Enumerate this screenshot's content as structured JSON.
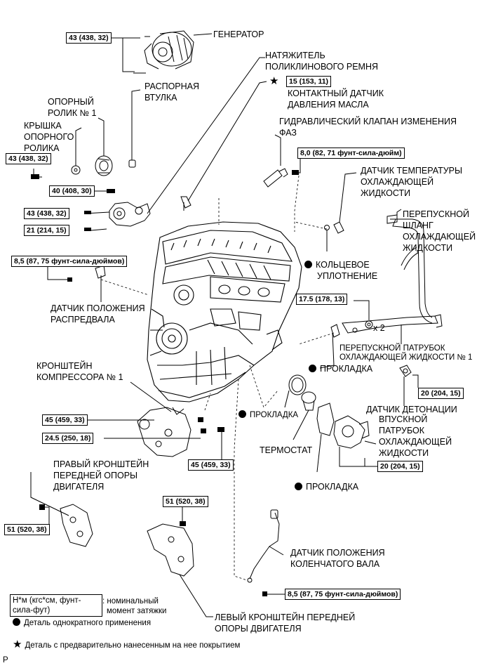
{
  "labels": {
    "generator": "ГЕНЕРАТОР",
    "belt_tensioner_1": "НАТЯЖИТЕЛЬ",
    "belt_tensioner_2": "ПОЛИКЛИНОВОГО РЕМНЯ",
    "oil_pressure_1": "КОНТАКТНЫЙ ДАТЧИК",
    "oil_pressure_2": "ДАВЛЕНИЯ МАСЛА",
    "spacer_1": "РАСПОРНАЯ",
    "spacer_2": "ВТУЛКА",
    "idler_1": "ОПОРНЫЙ",
    "idler_2": "РОЛИК № 1",
    "idler_cover_1": "КРЫШКА",
    "idler_cover_2": "ОПОРНОГО",
    "idler_cover_3": "РОЛИКА",
    "ocv_1": "ГИДРАВЛИЧЕСКИЙ КЛАПАН ИЗМЕНЕНИЯ",
    "ocv_2": "ФАЗ",
    "coolant_temp_1": "ДАТЧИК ТЕМПЕРАТУРЫ",
    "coolant_temp_2": "ОХЛАЖДАЮЩЕЙ",
    "coolant_temp_3": "ЖИДКОСТИ",
    "bypass_hose_1": "ПЕРЕПУСКНОЙ",
    "bypass_hose_2": "ШЛАНГ",
    "bypass_hose_3": "ОХЛАЖДАЮЩЕЙ",
    "bypass_hose_4": "ЖИДКОСТИ",
    "oring_1": "КОЛЬЦЕВОЕ",
    "oring_2": "УПЛОТНЕНИЕ",
    "cam_sensor_1": "ДАТЧИК ПОЛОЖЕНИЯ",
    "cam_sensor_2": "РАСПРЕДВАЛА",
    "bypass_pipe_1": "ПЕРЕПУСКНОЙ ПАТРУБОК",
    "bypass_pipe_2": "ОХЛАЖДАЮЩЕЙ ЖИДКОСТИ № 1",
    "x2": "x 2",
    "gasket_a": "ПРОКЛАДКА",
    "gasket_b": "ПРОКЛАДКА",
    "gasket_c": "ПРОКЛАДКА",
    "compressor_bracket_1": "КРОНШТЕЙН",
    "compressor_bracket_2": "КОМПРЕССОРА № 1",
    "knock_sensor": "ДАТЧИК ДЕТОНАЦИИ",
    "inlet_1": "ВПУСКНОЙ",
    "inlet_2": "ПАТРУБОК",
    "inlet_3": "ОХЛАЖДАЮЩЕЙ",
    "inlet_4": "ЖИДКОСТИ",
    "thermostat": "ТЕРМОСТАТ",
    "right_mount_1": "ПРАВЫЙ КРОНШТЕЙН",
    "right_mount_2": "ПЕРЕДНЕЙ ОПОРЫ",
    "right_mount_3": "ДВИГАТЕЛЯ",
    "crank_sensor_1": "ДАТЧИК ПОЛОЖЕНИЯ",
    "crank_sensor_2": "КОЛЕНЧАТОГО ВАЛА",
    "left_mount_1": "ЛЕВЫЙ КРОНШТЕЙН ПЕРЕДНЕЙ",
    "left_mount_2": "ОПОРЫ ДВИГАТЕЛЯ",
    "corner_letter": "P"
  },
  "torques": {
    "t_gen": "43 (438, 32)",
    "t_oilsw": "15 (153, 11)",
    "t_idler": "43 (438, 32)",
    "t_ocv": "8,0 (82, 71 фунт-сила-дюйм)",
    "t_tens1": "40 (408, 30)",
    "t_tens2": "43 (438, 32)",
    "t_tens3": "21 (214, 15)",
    "t_cam": "8,5 (87, 75 фунт-сила-дюймов)",
    "t_pipe": "17.5 (178, 13)",
    "t_knock": "20 (204, 15)",
    "t_comp1": "45 (459, 33)",
    "t_comp2": "24.5 (250, 18)",
    "t_comp3": "45 (459, 33)",
    "t_inlet": "20 (204, 15)",
    "t_lmount": "51 (520, 38)",
    "t_rmount": "51 (520, 38)",
    "t_crank": "8,5 (87, 75 фунт-сила-дюймов)"
  },
  "legend": {
    "unit_1": "Н*м (кгс*см, фунт-",
    "unit_2": "сила-фут)",
    "unit_desc_1": ": номинальный",
    "unit_desc_2": "момент затяжки",
    "single_use": "Деталь однократного применения",
    "precoated": "Деталь с предварительно нанесенным на нее покрытием"
  }
}
